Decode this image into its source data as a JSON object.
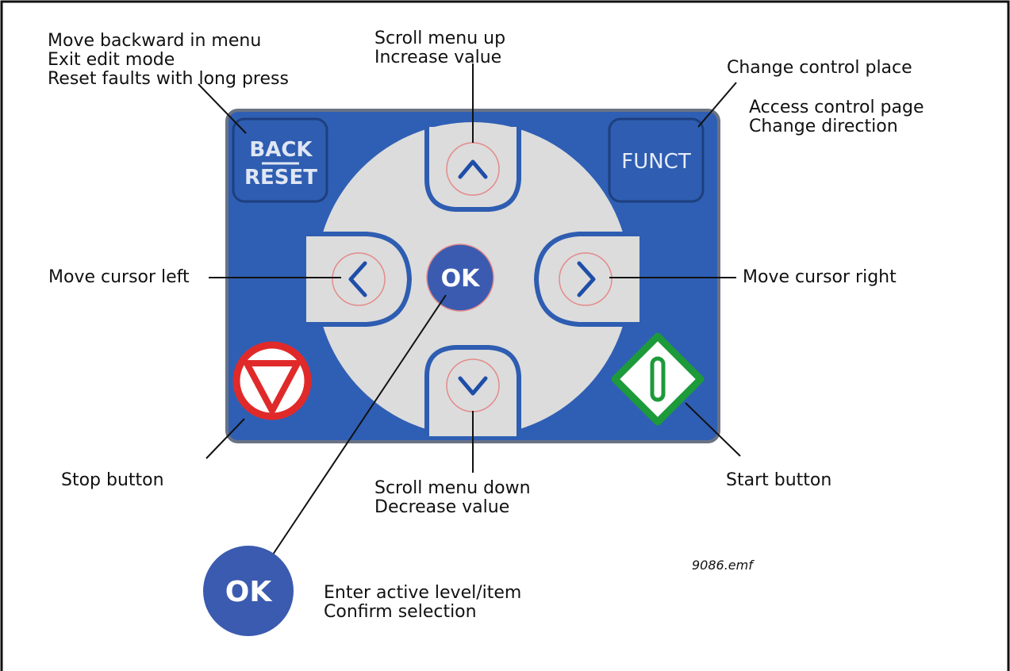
{
  "colors": {
    "panel_blue": "#2f5fb4",
    "panel_border": "#5d6a80",
    "button_blue": "#2e5db1",
    "dial_grey": "#dcdcdc",
    "ok_blue": "#3b5bb0",
    "arrow_blue": "#1f4ea8",
    "stop_red": "#e02a2a",
    "start_green": "#1d9a3a",
    "ring_red": "#e58a8a"
  },
  "icons": [
    "up-arrow-icon",
    "down-arrow-icon",
    "left-arrow-icon",
    "right-arrow-icon",
    "stop-icon",
    "start-icon"
  ],
  "keypad": {
    "back_top": "BACK",
    "back_bottom": "RESET",
    "funct": "FUNCT",
    "ok": "OK"
  },
  "labels": {
    "back": [
      "Move backward in menu",
      "Exit edit mode",
      "Reset faults with long press"
    ],
    "up": [
      "Scroll menu up",
      "Increase value"
    ],
    "funct_main": "Change control place",
    "funct_sub": [
      "Access control page",
      "Change direction"
    ],
    "left": "Move cursor left",
    "right": "Move cursor right",
    "stop": "Stop button",
    "down": [
      "Scroll menu down",
      "Decrease value"
    ],
    "start": "Start button",
    "ok": [
      "Enter active level/item",
      "Confirm selection"
    ]
  },
  "ok_legend": "OK",
  "filename": "9086.emf"
}
